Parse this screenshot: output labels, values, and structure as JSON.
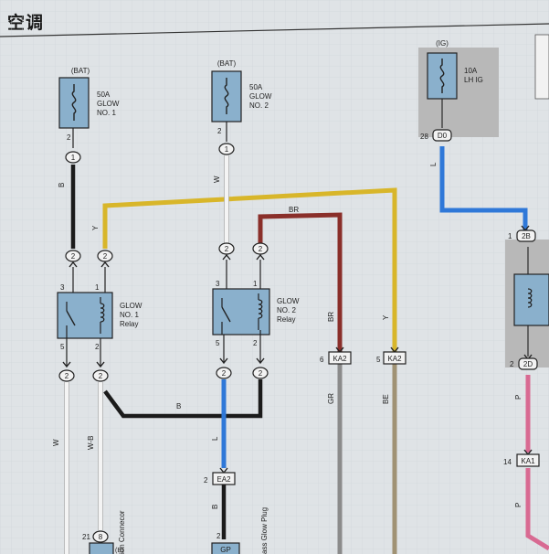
{
  "page": {
    "title": "空调"
  },
  "diagram": {
    "fuses": [
      {
        "source": "(BAT)",
        "rating": "50A",
        "name1": "GLOW",
        "name2": "NO. 1",
        "pin": "2"
      },
      {
        "source": "(BAT)",
        "rating": "50A",
        "name1": "GLOW",
        "name2": "NO. 2",
        "pin": "2"
      },
      {
        "source": "(IG)",
        "rating": "10A",
        "name1": "LH IG",
        "name2": "",
        "pin": ""
      }
    ],
    "relays": [
      {
        "name1": "GLOW",
        "name2": "NO. 1",
        "name3": "Relay",
        "pins": [
          "3",
          "1",
          "5",
          "2"
        ]
      },
      {
        "name1": "GLOW",
        "name2": "NO. 2",
        "name3": "Relay",
        "pins": [
          "3",
          "1",
          "5",
          "2"
        ]
      }
    ],
    "connectors": {
      "c1": "1",
      "c2a": "2",
      "c2b": "2",
      "c2c": "2",
      "c2d": "2",
      "c2e": "2",
      "c2f": "2",
      "c2g": "2",
      "c2h": "2",
      "c2i": "2",
      "c8": "8",
      "d0": "D0",
      "d0_pin": "28",
      "b2b": "2B",
      "b2b_pin": "1",
      "b2d": "2D",
      "b2d_pin": "2",
      "ka2a": "KA2",
      "ka2a_pin": "6",
      "ka2b": "KA2",
      "ka2b_pin": "5",
      "ka1": "KA1",
      "ka1_pin": "14",
      "ea2": "EA2",
      "ea2_pin": "2",
      "gp": "GP",
      "gp_pin": "2",
      "c21_pin": "21",
      "pin2": "2",
      "pin3": "3",
      "pin1": "1",
      "pin5": "5"
    },
    "wire_labels": {
      "b1": "B",
      "y1": "Y",
      "w1": "W",
      "br1": "BR",
      "br2": "BR",
      "y2": "Y",
      "l1": "L",
      "w2": "W",
      "wb": "W-B",
      "b2": "B",
      "l2": "L",
      "b3": "B",
      "gr": "GR",
      "be": "BE",
      "p1": "P",
      "p2": "P"
    },
    "part_labels": {
      "conn": "ion Connecor",
      "glowplug": "ass Glow Plug",
      "b_tag": "(B)"
    },
    "colors": {
      "black": "#1b1b1b",
      "yellow": "#d8b62a",
      "brown": "#8a2f2a",
      "blue": "#2f78d8",
      "gray": "#8b8b8b",
      "beige": "#a09274",
      "pink": "#d86a92",
      "white": "#f4f4f4",
      "box": "#8ab0cc",
      "shade": "#b8b8b8",
      "line": "#2a2a2a"
    }
  }
}
